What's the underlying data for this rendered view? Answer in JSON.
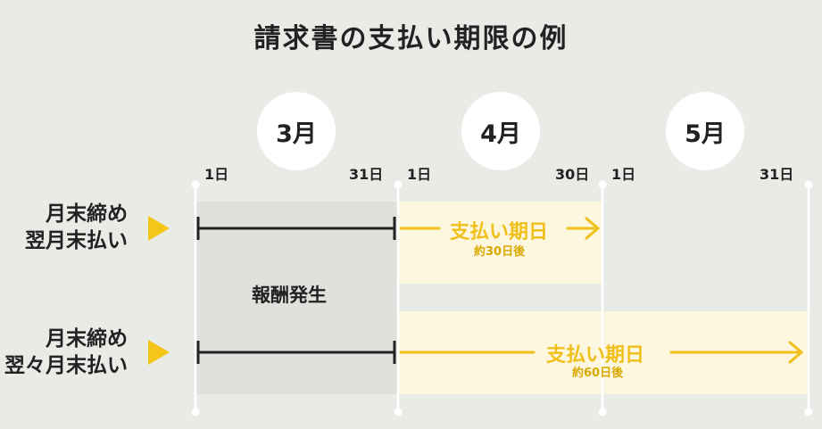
{
  "title": "請求書の支払い期限の例",
  "months": [
    "3月",
    "4月",
    "5月"
  ],
  "days": {
    "mar_start": "1日",
    "mar_end": "31日",
    "apr_start": "1日",
    "apr_end": "30日",
    "may_start": "1日",
    "may_end": "31日"
  },
  "rows": [
    {
      "label_line1": "月末締め",
      "label_line2": "翌月末払い",
      "payment_label": "支払い期日",
      "payment_sub": "約30日後"
    },
    {
      "label_line1": "月末締め",
      "label_line2": "翌々月末払い",
      "payment_label": "支払い期日",
      "payment_sub": "約60日後"
    }
  ],
  "accrual_label": "報酬発生",
  "colors": {
    "background": "#e9ebe7",
    "accrual_band": "#dfe1dd",
    "payment_band": "#fcf7de",
    "accent": "#f5c518",
    "bar": "#222222"
  }
}
